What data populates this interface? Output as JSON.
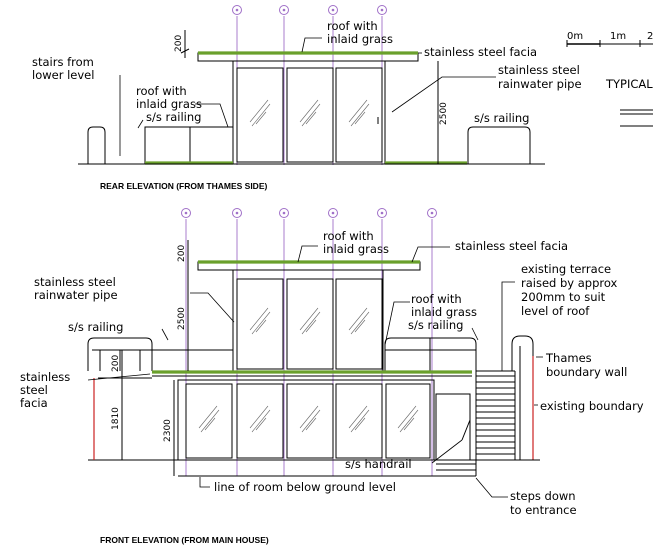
{
  "scale": {
    "start": "0m",
    "mid": "1m",
    "end": "2"
  },
  "typical_label": "TYPICAL",
  "rear_elevation": {
    "title": "REAR ELEVATION (FROM THAMES SIDE)",
    "labels": {
      "stairs_line1": "stairs from",
      "stairs_line2": "lower level",
      "roof_left_line1": "roof with",
      "roof_left_line2": "inlaid grass",
      "railing_left": "s/s railing",
      "roof_top_line1": "roof with",
      "roof_top_line2": "inlaid grass",
      "facia": "stainless steel facia",
      "pipe_line1": "stainless steel",
      "pipe_line2": "rainwater pipe",
      "railing_right": "s/s railing"
    },
    "dims": {
      "top": "200",
      "height": "2500"
    }
  },
  "front_elevation": {
    "title": "FRONT ELEVATION (FROM MAIN HOUSE)",
    "labels": {
      "roof_top_line1": "roof with",
      "roof_top_line2": "inlaid grass",
      "facia_top": "stainless steel facia",
      "pipe_line1": "stainless steel",
      "pipe_line2": "rainwater pipe",
      "railing_left": "s/s railing",
      "facia_left_line1": "stainless",
      "facia_left_line2": "steel",
      "facia_left_line3": "facia",
      "roof_mid_line1": "roof with",
      "roof_mid_line2": "inlaid grass",
      "railing_mid": "s/s railing",
      "terrace_line1": "existing terrace",
      "terrace_line2": "raised by approx",
      "terrace_line3": "200mm to suit",
      "terrace_line4": "level of roof",
      "thames_line1": "Thames",
      "thames_line2": "boundary wall",
      "existing_boundary": "existing boundary",
      "handrail": "s/s handrail",
      "line_of_room": "line of room below ground level",
      "steps_line1": "steps down",
      "steps_line2": "to entrance"
    },
    "dims": {
      "top": "200",
      "upper": "2500",
      "mid": "200",
      "lower": "1810",
      "total": "2300"
    }
  }
}
